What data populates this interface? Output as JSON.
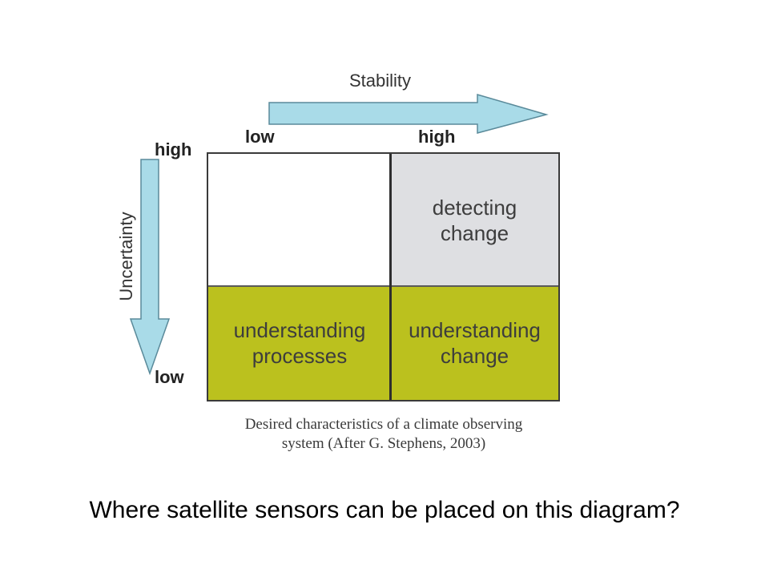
{
  "diagram": {
    "stability_label": "Stability",
    "stability_low": "low",
    "stability_high": "high",
    "uncertainty_label": "Uncertainty",
    "uncertainty_high": "high",
    "uncertainty_low": "low",
    "cells": {
      "top_left": "",
      "top_right": "detecting\nchange",
      "bottom_left": "understanding\nprocesses",
      "bottom_right": "understanding\nchange"
    },
    "caption_line1": "Desired characteristics of a climate observing",
    "caption_line2": "system (After G. Stephens, 2003)",
    "colors": {
      "arrow_fill": "#a9dbe8",
      "arrow_stroke": "#5a8a9a",
      "olive": "#bbc11e",
      "gray": "#dedfe2"
    }
  },
  "question": "Where satellite sensors can be placed on this diagram?"
}
